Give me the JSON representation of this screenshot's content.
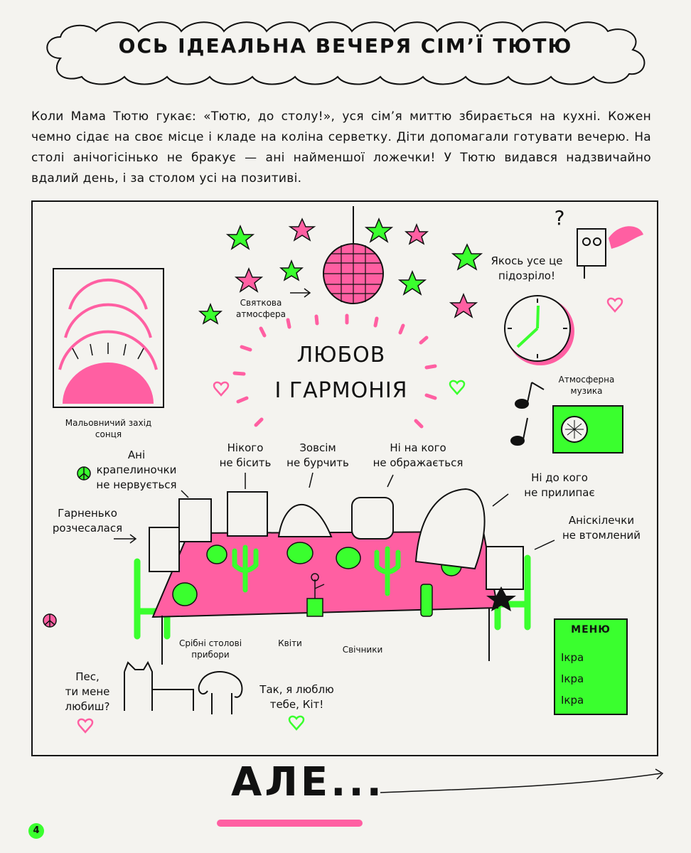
{
  "page": {
    "title": "ОСЬ ІДЕАЛЬНА ВЕЧЕРЯ СІМ’Ї ТЮТЮ",
    "intro": "Коли Мама Тютю гукає: «Тютю, до столу!», уся сім’я миттю збирається на кухні. Кожен чемно сідає на своє місце і кладе на коліна серветку. Діти допомагали готувати вечерю. На столі анічогісінько не бракує — ані найменшої ложечки! У Тютю видався надзвичайно вдалий день, і за столом усі на позитиві.",
    "page_number": "4",
    "ending": "АЛЕ..."
  },
  "labels": {
    "festive": "Святкова\nатмосфера",
    "love_line1": "ЛЮБОВ",
    "love_line2": "І ГАРМОНІЯ",
    "suspicious": "Якось усе це\nпідозріло!",
    "sunset": "Мальовничий захід\nсонця",
    "music": "Атмосферна\nмузика",
    "nervous": "Ані\nкрапелиночки\nне нервується",
    "nobody_angry": "Нікого\nне бісить",
    "nobody_grumble": "Зовсім\nне бурчить",
    "nobody_offended": "Ні на кого\nне ображається",
    "no_stick": "Ні до кого\nне прилипає",
    "combed": "Гарненько\nрозчесалася",
    "not_tired": "Аніскілечки\nне втомлений",
    "cutlery": "Срібні столові\nприбори",
    "flowers": "Квіти",
    "candles": "Свічники",
    "dog_question": "Пес,\nти мене\nлюбиш?",
    "dog_answer": "Так, я люблю\nтебе, Кіт!",
    "question_mark": "?"
  },
  "menu": {
    "title": "МЕНЮ",
    "items": [
      "Ікра",
      "Ікра",
      "Ікра"
    ]
  },
  "colors": {
    "pink": "#ff5fa2",
    "green": "#3aff2e",
    "ink": "#111111"
  }
}
